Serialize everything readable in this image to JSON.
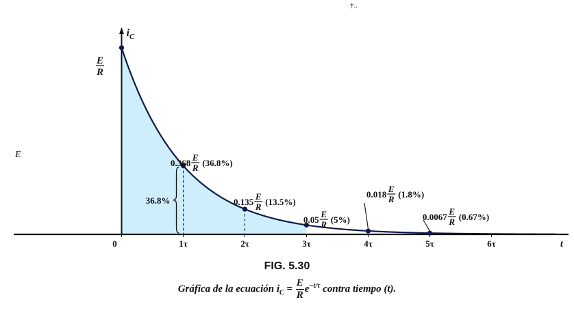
{
  "stray_mark": "†..",
  "caption": {
    "fig_number": "FIG. 5.30",
    "prefix": "Gráfica de la ecuación ",
    "lhs_i": "i",
    "lhs_sub": "C",
    "equals": "=",
    "frac_num": "E",
    "frac_den": "R",
    "exp_base": "e",
    "exp_power": "−t/τ",
    "suffix": " contra tiempo (t)."
  },
  "chart_data": {
    "type": "line",
    "title": "",
    "xlabel": "t",
    "ylabel_main": "i",
    "ylabel_sub": "C",
    "left_label": "E",
    "xlim": [
      -1.75,
      7.25
    ],
    "ylim": [
      0,
      1.08
    ],
    "x_ticks": [
      {
        "value": 0,
        "label": "0"
      },
      {
        "value": 1,
        "label": "1τ"
      },
      {
        "value": 2,
        "label": "2τ"
      },
      {
        "value": 3,
        "label": "3τ"
      },
      {
        "value": 4,
        "label": "4τ"
      },
      {
        "value": 5,
        "label": "5τ"
      },
      {
        "value": 6,
        "label": "6τ"
      }
    ],
    "y_start_label": {
      "num": "E",
      "den": "R"
    },
    "series": [
      {
        "formula": "exp(-t/tau)",
        "x": [
          0,
          0.5,
          1,
          1.5,
          2,
          2.5,
          3,
          3.5,
          4,
          4.5,
          5,
          5.5,
          6,
          6.5
        ],
        "values": [
          1,
          0.607,
          0.368,
          0.223,
          0.135,
          0.082,
          0.05,
          0.03,
          0.018,
          0.011,
          0.0067,
          0.004,
          0.0025,
          0.0015
        ]
      }
    ],
    "shaded_interval": [
      0,
      3
    ],
    "points": [
      {
        "x": 0,
        "y": 1
      },
      {
        "x": 1,
        "y": 0.368,
        "coef": "0.368",
        "percent": "(36.8%)"
      },
      {
        "x": 2,
        "y": 0.135,
        "coef": "0.135",
        "percent": "(13.5%)"
      },
      {
        "x": 3,
        "y": 0.05,
        "coef": "0.05",
        "percent": "(5%)"
      },
      {
        "x": 4,
        "y": 0.018,
        "coef": "0.018",
        "percent": "(1.8%)"
      },
      {
        "x": 5,
        "y": 0.0067,
        "coef": "0.0067",
        "percent": "(0.67%)"
      }
    ],
    "brace_label": "36.8%",
    "colors": {
      "curve": "#0d1a4d",
      "fill": "#cdeefa",
      "point": "#0d1a4d",
      "axis": "#111111"
    }
  }
}
